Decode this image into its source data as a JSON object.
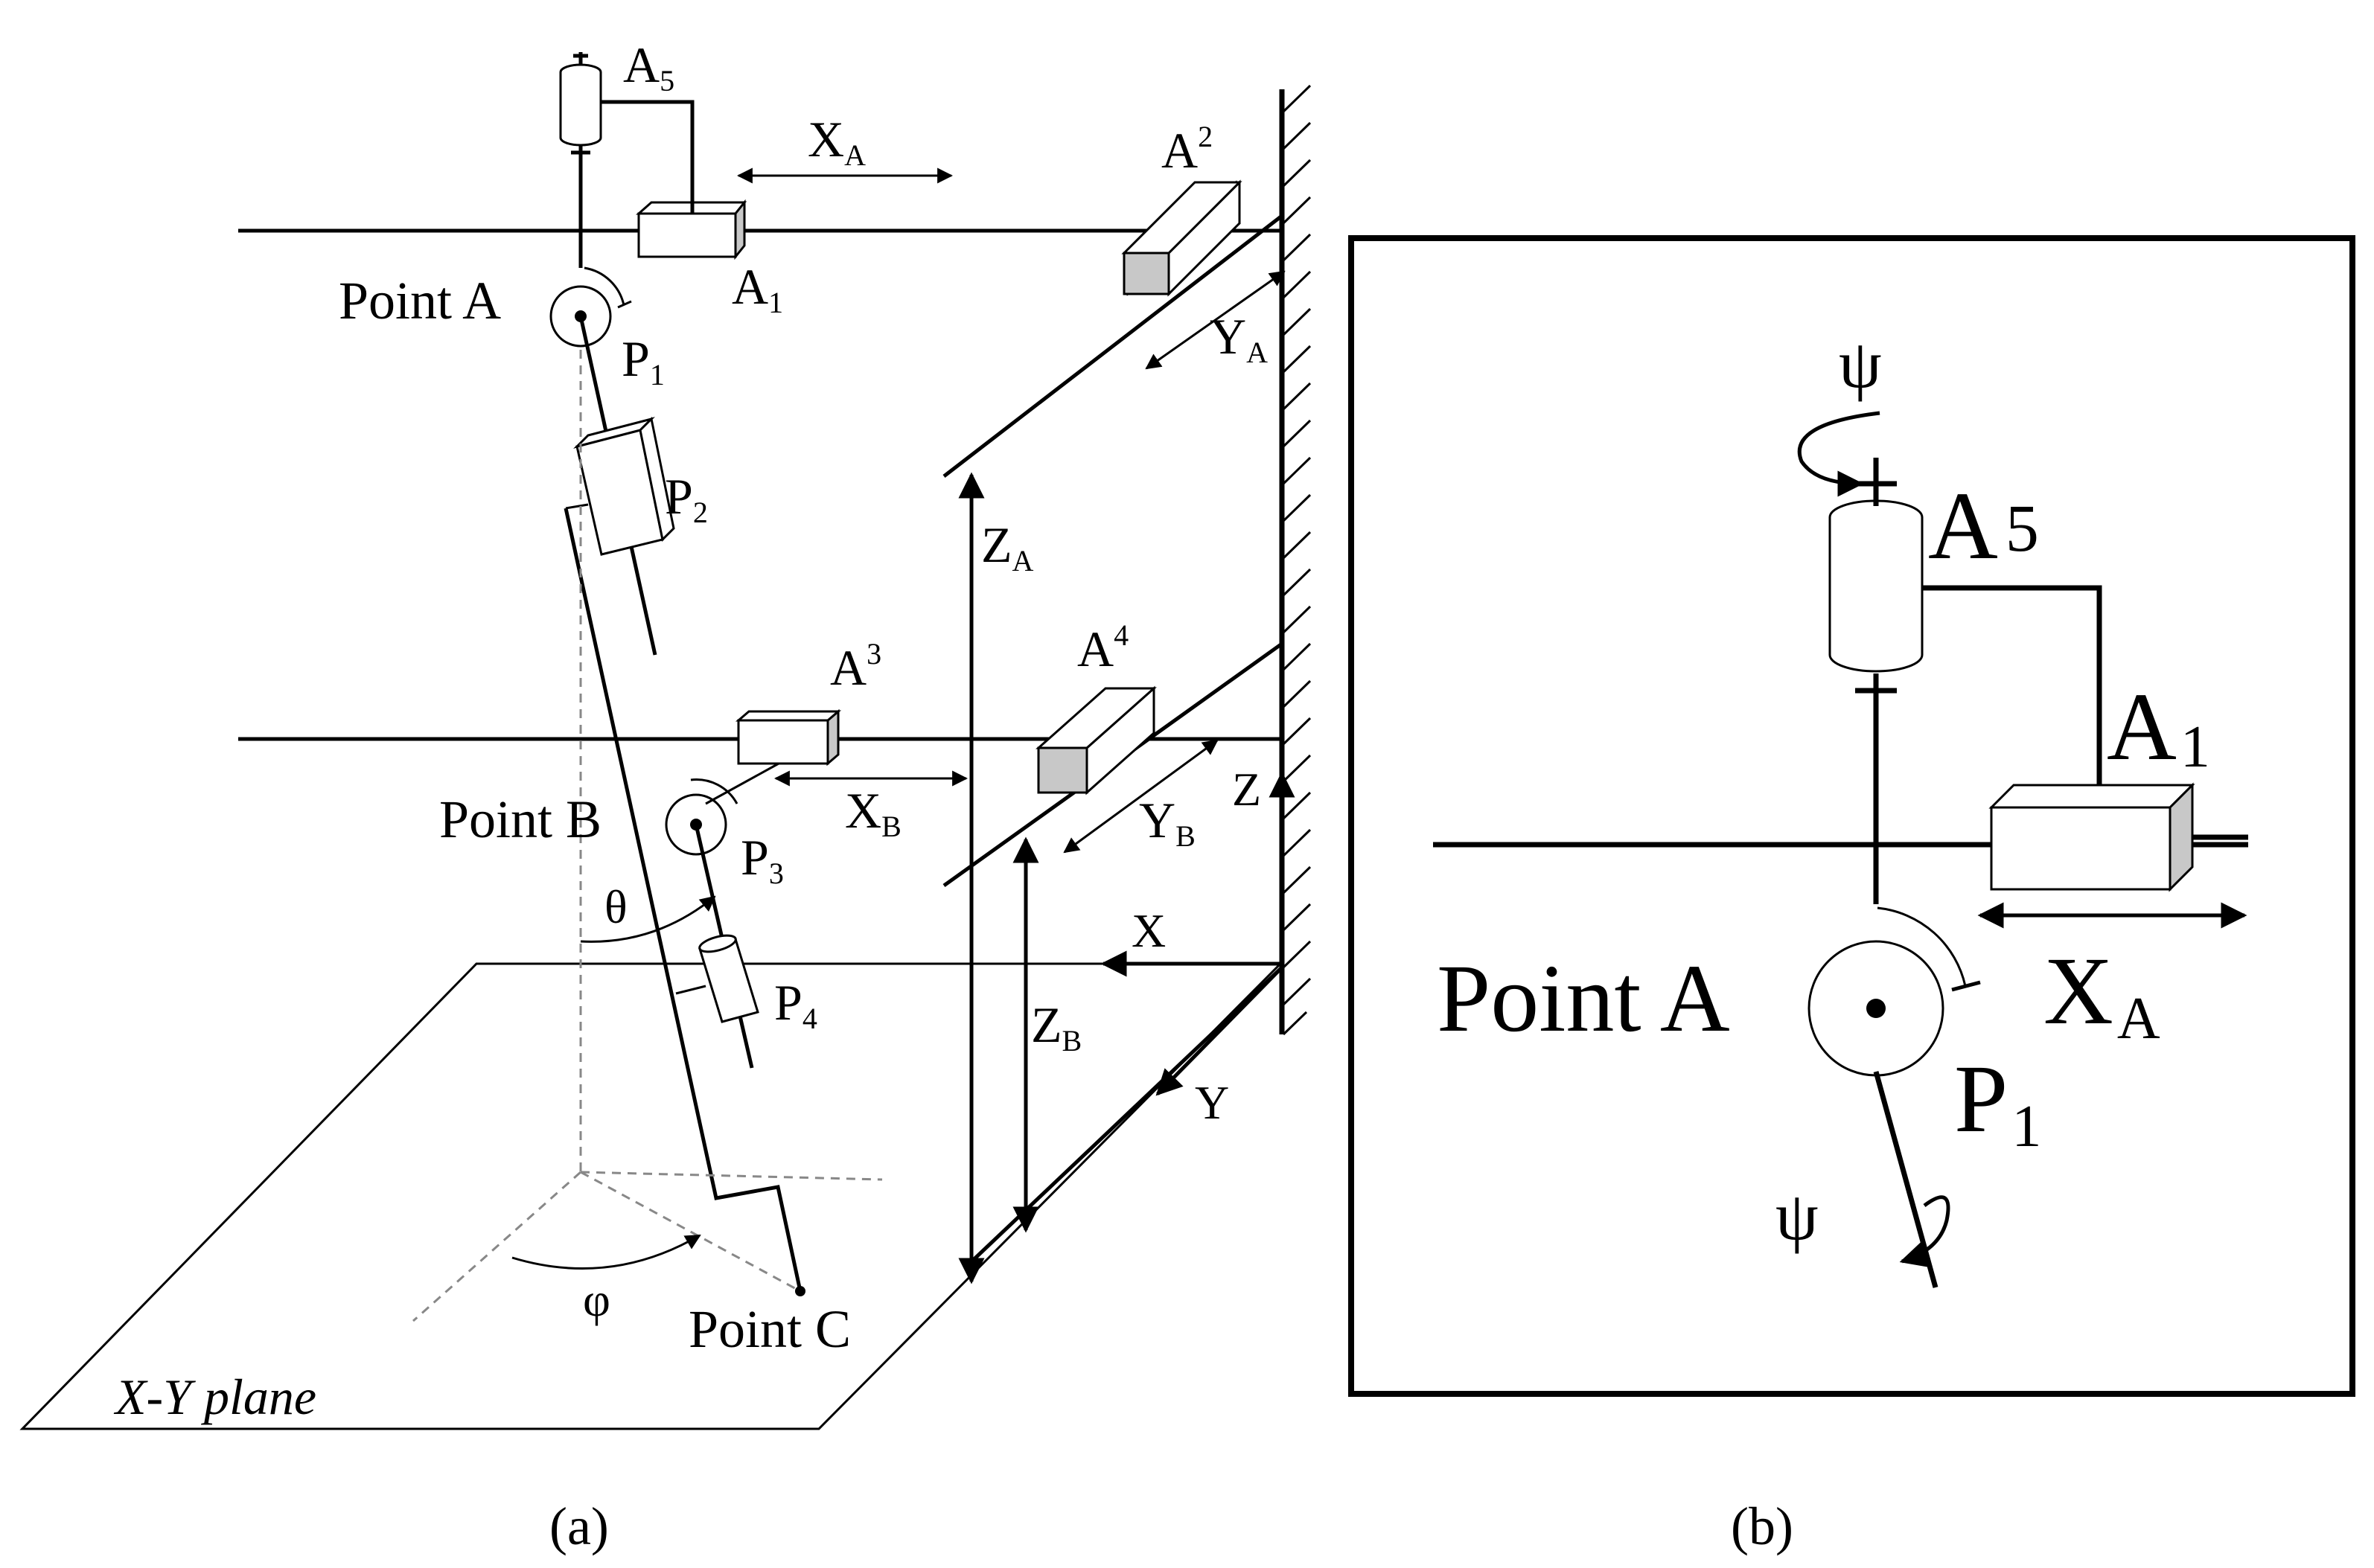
{
  "panel_a": {
    "caption": "(a)",
    "labels": {
      "a5": "A",
      "a5_sub": "5",
      "xa": "X",
      "xa_sub": "A",
      "a2": "A",
      "a2_sub": "2",
      "point_a": "Point A",
      "a1": "A",
      "a1_sub": "1",
      "p1": "P",
      "p1_sub": "1",
      "ya": "Y",
      "ya_sub": "A",
      "p2": "P",
      "p2_sub": "2",
      "za": "Z",
      "za_sub": "A",
      "a3": "A",
      "a3_sub": "3",
      "a4": "A",
      "a4_sub": "4",
      "z": "Z",
      "point_b": "Point B",
      "xb": "X",
      "xb_sub": "B",
      "yb": "Y",
      "yb_sub": "B",
      "p3": "P",
      "p3_sub": "3",
      "theta": "θ",
      "x": "X",
      "p4": "P",
      "p4_sub": "4",
      "zb": "Z",
      "zb_sub": "B",
      "y": "Y",
      "phi": "φ",
      "point_c": "Point C",
      "plane": "X-Y plane"
    }
  },
  "panel_b": {
    "caption": "(b)",
    "labels": {
      "psi_top": "ψ",
      "a5": "A",
      "a5_sub": "5",
      "a1": "A",
      "a1_sub": "1",
      "point_a": "Point A",
      "xa": "X",
      "xa_sub": "A",
      "p1": "P",
      "p1_sub": "1",
      "psi_bottom": "ψ"
    }
  }
}
